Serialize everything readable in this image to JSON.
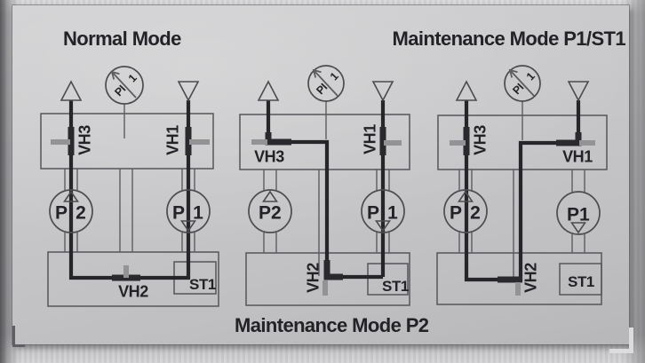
{
  "plate": {
    "titles": {
      "normal_mode": "Normal Mode",
      "maintenance_p1st1": "Maintenance Mode P1/ST1",
      "maintenance_p2": "Maintenance Mode P2"
    },
    "colors": {
      "plate_background": "#c8c8ca",
      "line": "#26262a",
      "valve_bar": "#939396",
      "text": "#232327"
    },
    "diagrams": [
      {
        "name": "normal-mode",
        "vh3": "VH3",
        "vh1": "VH1",
        "vh2": "VH2",
        "st1": "ST1",
        "gauge": {
          "label": "PI",
          "number": "1"
        },
        "pump_left": {
          "letter": "P",
          "number": "2"
        },
        "pump_right": {
          "letter": "P",
          "number": "1"
        }
      },
      {
        "name": "maintenance-mode-p2",
        "vh3": "VH3",
        "vh1": "VH1",
        "vh2": "VH2",
        "st1": "ST1",
        "gauge": {
          "label": "PI",
          "number": "1"
        },
        "pump_left": {
          "letter": "P",
          "number": "2"
        },
        "pump_right": {
          "letter": "P",
          "number": "1"
        }
      },
      {
        "name": "maintenance-mode-p1st1",
        "vh3": "VH3",
        "vh1": "VH1",
        "vh2": "VH2",
        "st1": "ST1",
        "gauge": {
          "label": "PI",
          "number": "1"
        },
        "pump_left": {
          "letter": "P",
          "number": "2"
        },
        "pump_right": {
          "letter": "P",
          "number": "1"
        }
      }
    ]
  }
}
